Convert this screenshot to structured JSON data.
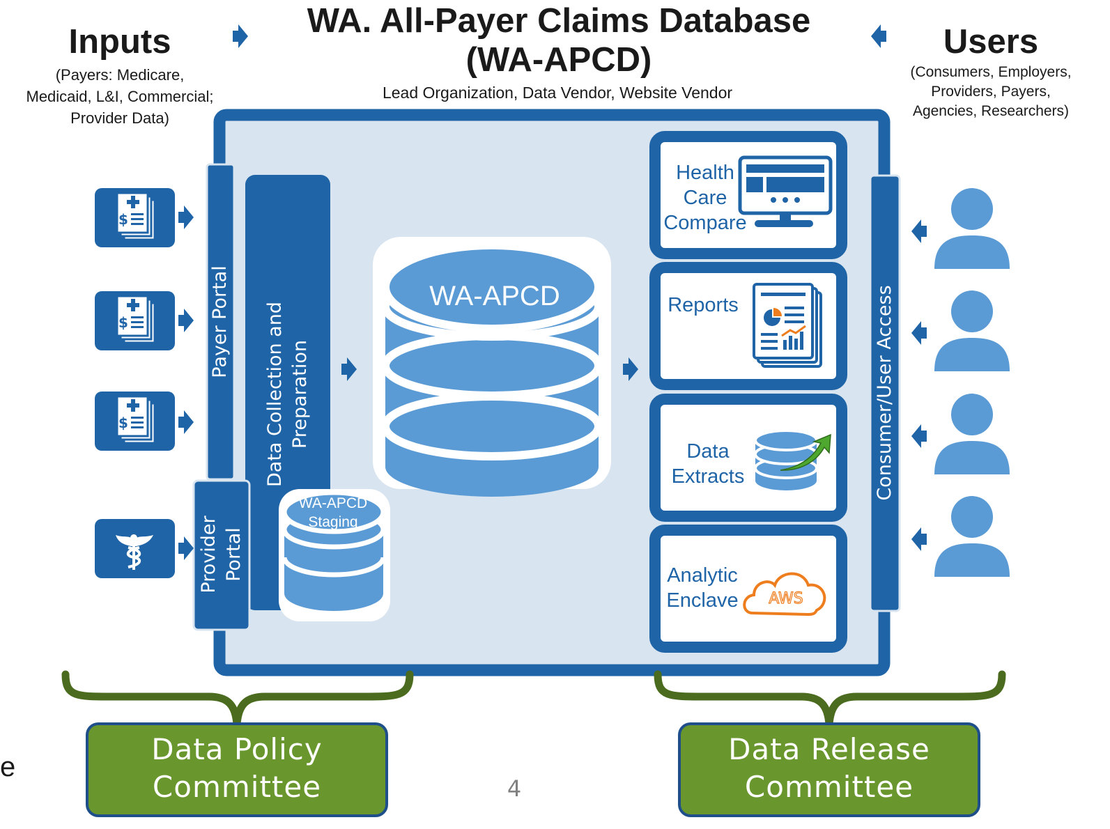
{
  "title": {
    "line1": "WA. All-Payer Claims Database",
    "line2": "(WA-APCD)"
  },
  "subtitle": "Lead Organization, Data Vendor, Website Vendor",
  "inputs": {
    "heading": "Inputs",
    "desc_line1": "(Payers: Medicare,",
    "desc_line2": "Medicaid, L&I, Commercial;",
    "desc_line3": "Provider Data)",
    "icons": [
      "claims-document-icon",
      "claims-document-icon",
      "claims-document-icon",
      "caduceus-icon"
    ]
  },
  "users": {
    "heading": "Users",
    "desc_line1": "(Consumers, Employers,",
    "desc_line2": "Providers, Payers,",
    "desc_line3": "Agencies, Researchers)",
    "icons": [
      "person-icon",
      "person-icon",
      "person-icon",
      "person-icon"
    ]
  },
  "portals": {
    "payer": "Payer Portal",
    "provider_line1": "Provider",
    "provider_line2": "Portal",
    "collection_line1": "Data Collection and",
    "collection_line2": "Preparation",
    "consumer": "Consumer/User Access"
  },
  "database": {
    "main": "WA-APCD",
    "staging_line1": "WA-APCD",
    "staging_line2": "Staging"
  },
  "outputs": {
    "compare": {
      "line1": "Health",
      "line2": "Care",
      "line3": "Compare",
      "icon": "monitor-icon"
    },
    "reports": {
      "line1": "Reports",
      "icon": "report-icon"
    },
    "extracts": {
      "line1": "Data",
      "line2": "Extracts",
      "icon": "database-export-icon"
    },
    "enclave": {
      "line1": "Analytic",
      "line2": "Enclave",
      "icon": "aws-cloud-icon",
      "aws_text": "AWS"
    }
  },
  "committees": {
    "policy": {
      "line1": "Data Policy",
      "line2": "Committee"
    },
    "release": {
      "line1": "Data Release",
      "line2": "Committee"
    }
  },
  "page_number": "4",
  "edge_fragment": "e",
  "colors": {
    "dark_blue": "#1f64a7",
    "light_bg": "#d8e4ef",
    "db_blue": "#5b9bd5",
    "green": "#6a962e",
    "green_dark": "#4b6b1f",
    "orange": "#ee7d1e"
  }
}
